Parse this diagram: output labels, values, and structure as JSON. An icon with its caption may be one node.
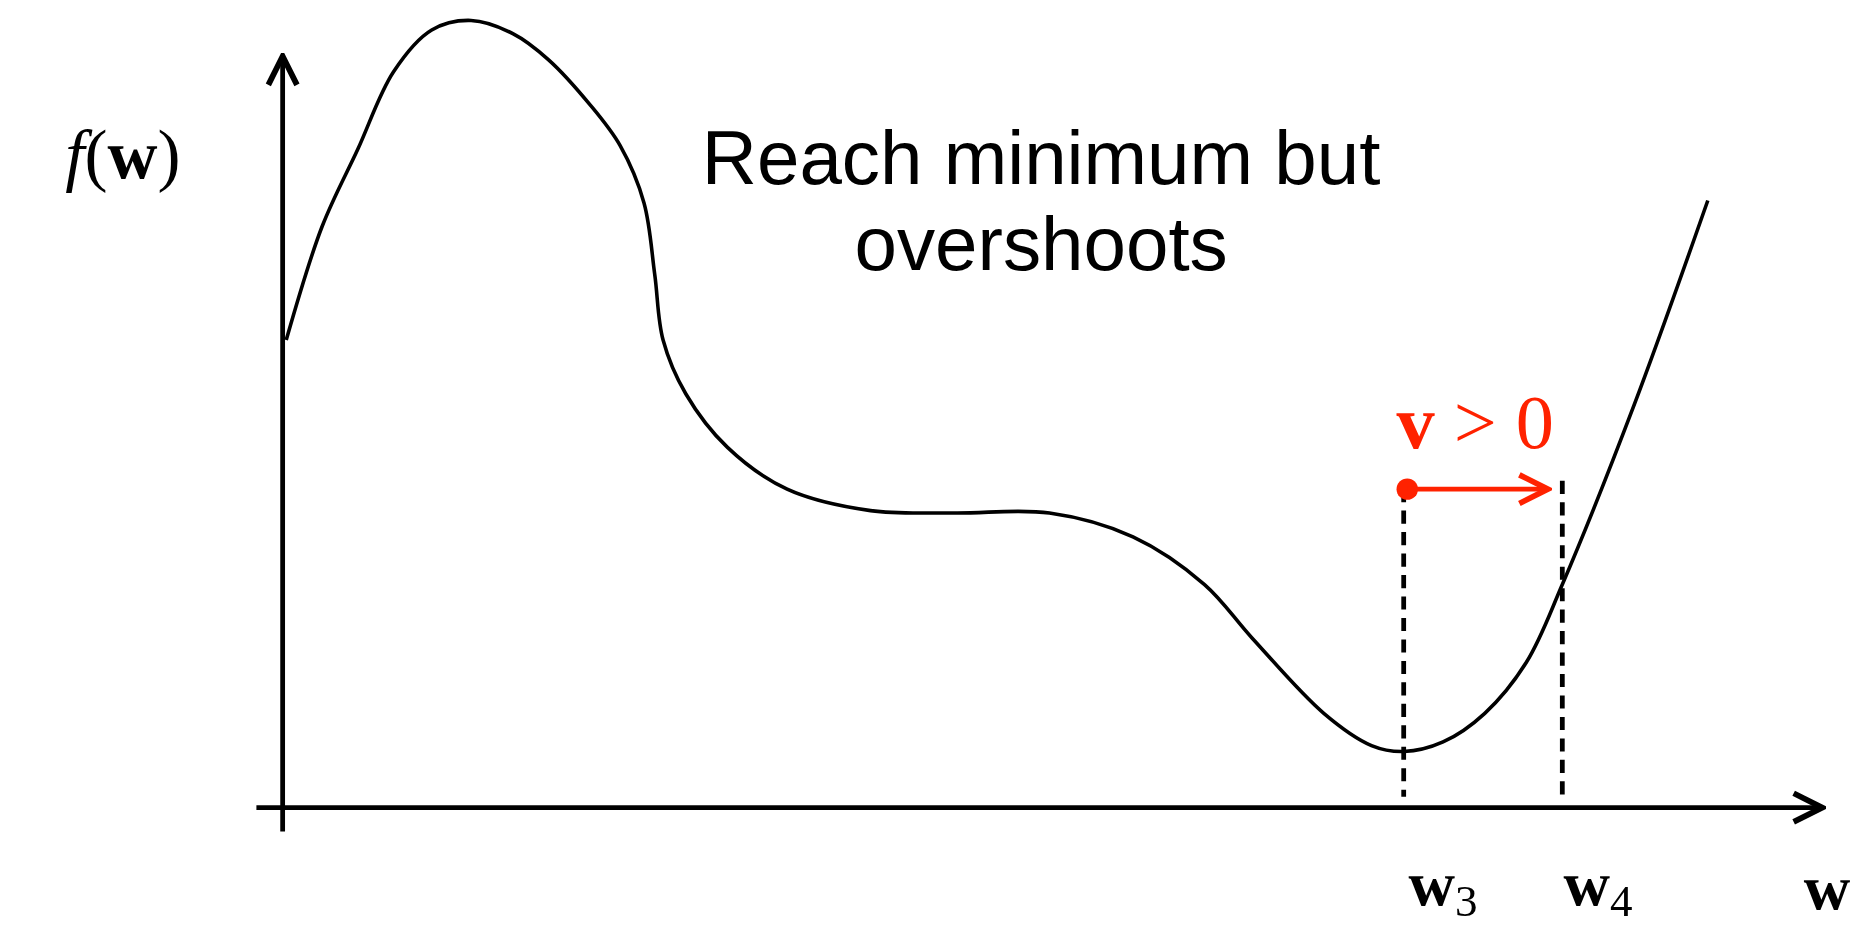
{
  "diagram": {
    "labels": [
      "*f*(**w**)",
      "Reach minimum but overshoots",
      "**v** > 0",
      "**w**$_{3}$",
      "**w**$_{4}$",
      "**w**"
    ]
  }
}
